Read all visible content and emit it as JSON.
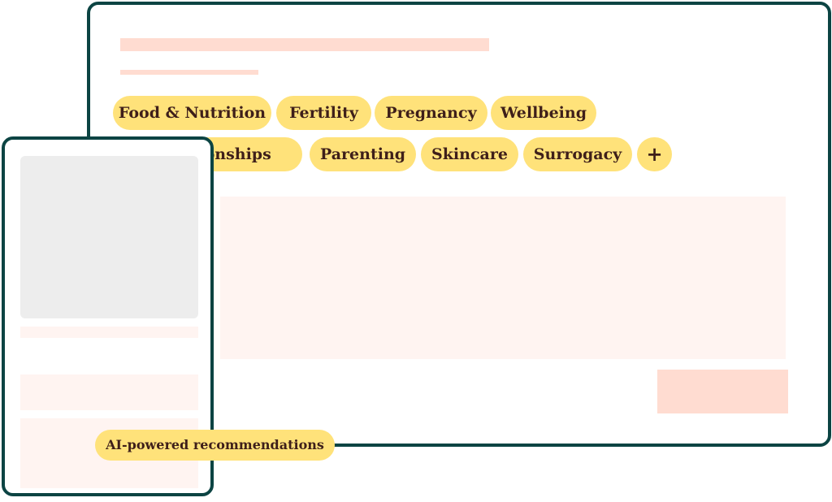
{
  "tags": {
    "row1": [
      "Food & Nutrition",
      "Fertility",
      "Pregnancy",
      "Wellbeing"
    ],
    "row2": [
      "Relationships",
      "Parenting",
      "Skincare",
      "Surrogacy"
    ],
    "add_label": "+"
  },
  "badge": {
    "label": "AI-powered recommendations"
  },
  "colors": {
    "outline": "#0c4443",
    "chip": "#ffe27a",
    "chip_text": "#3e1f1a",
    "placeholder_strong": "#ffdcd1",
    "placeholder_soft": "#fff4f1",
    "image_placeholder": "#ededed"
  }
}
